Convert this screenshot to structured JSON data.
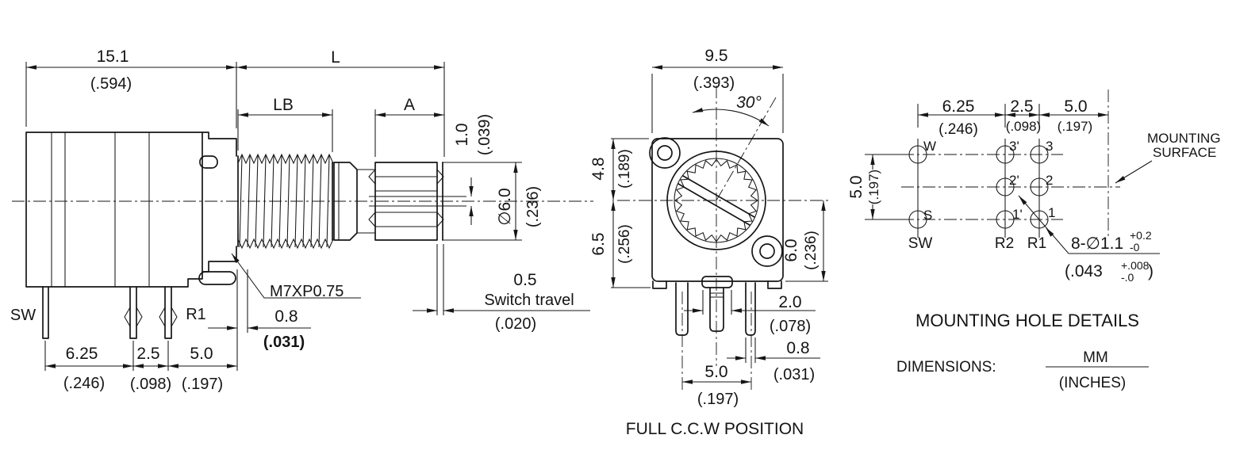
{
  "side_view": {
    "w_mm": "15.1",
    "w_in": "(.594)",
    "L": "L",
    "LB": "LB",
    "A": "A",
    "slot_mm": "1.0",
    "slot_in": "(.039)",
    "dia_mm": "∅6.0",
    "dia_in": "(.236)",
    "travel_mm": "0.5",
    "travel_lbl": "Switch travel",
    "travel_in": "(.020)",
    "thread": "M7XP0.75",
    "sw": "SW",
    "r1": "R1",
    "off_mm": "0.8",
    "off_in": "(.031)",
    "p1_mm": "6.25",
    "p1_in": "(.246)",
    "p2_mm": "2.5",
    "p2_in": "(.098)",
    "p3_mm": "5.0",
    "p3_in": "(.197)"
  },
  "front_view": {
    "w_mm": "9.5",
    "w_in": "(.393)",
    "angle": "30°",
    "up_mm": "4.8",
    "up_in": "(.189)",
    "low_mm": "6.5",
    "low_in": "(.256)",
    "right_mm": "6.0",
    "right_in": "(.236)",
    "act_mm": "2.0",
    "act_in": "(.078)",
    "pin_mm": "0.8",
    "pin_in": "(.031)",
    "pitch_mm": "5.0",
    "pitch_in": "(.197)",
    "caption": "FULL C.C.W POSITION"
  },
  "mounting_view": {
    "h1_mm": "6.25",
    "h1_in": "(.246)",
    "h2_mm": "2.5",
    "h2_in": "(.098)",
    "h3_mm": "5.0",
    "h3_in": "(.197)",
    "v_mm": "5.0",
    "v_in": "(.197)",
    "holes": {
      "w": "W",
      "s": "S",
      "p3": "3'",
      "n3": "3",
      "p2": "2'",
      "n2": "2",
      "p1": "1'",
      "n1": "1"
    },
    "cols": {
      "sw": "SW",
      "r2": "R2",
      "r1": "R1"
    },
    "surf1": "MOUNTING",
    "surf2": "SURFACE",
    "note_mm": "8-∅1.1",
    "note_mm_sup": "+0.2",
    "note_mm_sub": "-0",
    "note_in_open": "(.043",
    "note_in_sup": "+.008",
    "note_in_sub": "-.0",
    "note_in_close": ")",
    "title": "MOUNTING HOLE DETAILS",
    "dim_lbl": "DIMENSIONS:",
    "unit_mm": "MM",
    "unit_in": "(INCHES)"
  }
}
